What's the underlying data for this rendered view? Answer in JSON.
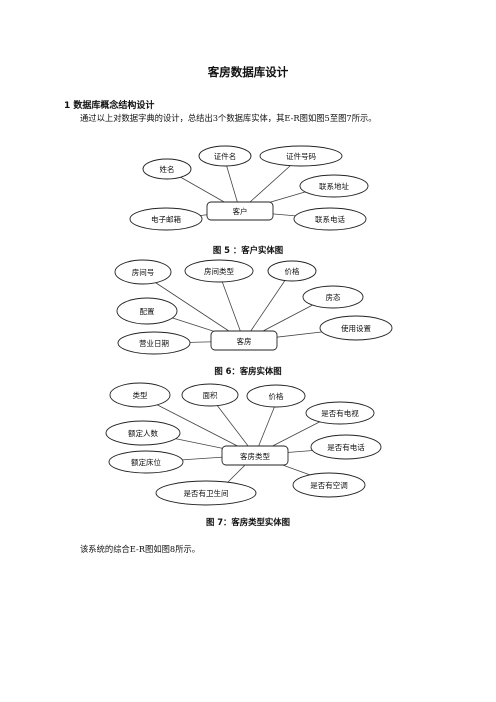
{
  "title": "客房数据库设计",
  "section_heading": "1 数据库概念结构设计",
  "intro": "通过以上对数据字典的设计，总结出3个数据库实体，其E-R图如图5至图7所示。",
  "outro": "该系统的综合E-R图如图8所示。",
  "figures": [
    {
      "caption": "图 5  ：客户实体图",
      "entity": "客户",
      "attributes": [
        "姓名",
        "证件名",
        "证件号码",
        "联系地址",
        "联系电话",
        "电子邮箱"
      ]
    },
    {
      "caption": "图 6：客房实体图",
      "entity": "客房",
      "attributes": [
        "房间号",
        "房间类型",
        "价格",
        "房态",
        "使用设置",
        "营业日期",
        "配置"
      ]
    },
    {
      "caption": "图 7：客房类型实体图",
      "entity": "客房类型",
      "attributes": [
        "类型",
        "面积",
        "价格",
        "是否有电视",
        "是否有电话",
        "是否有空调",
        "是否有卫生间",
        "额定床位",
        "额定人数"
      ]
    }
  ]
}
